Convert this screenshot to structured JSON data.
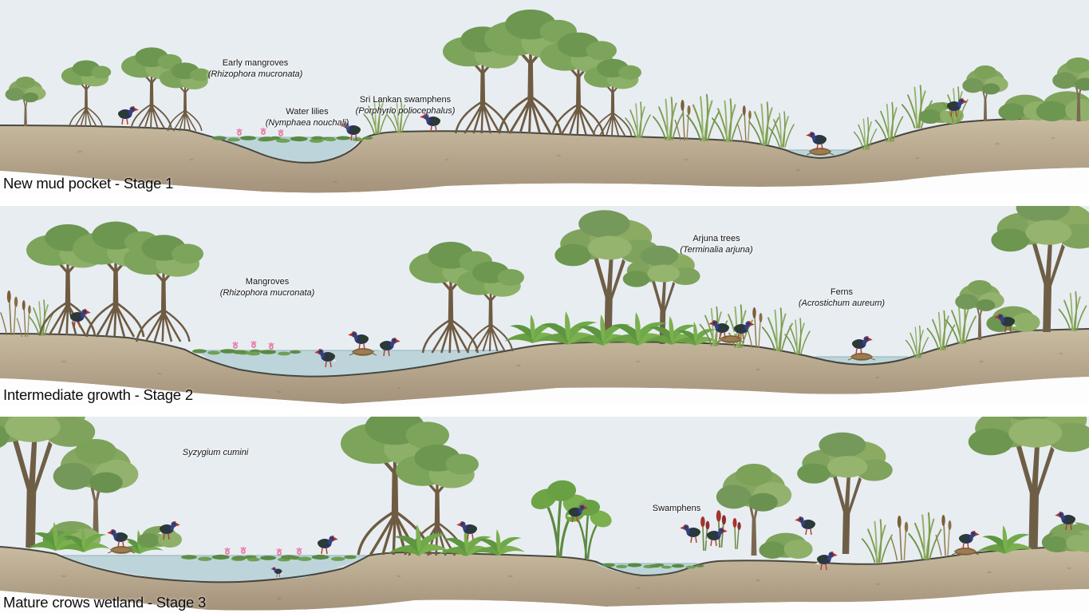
{
  "figure": {
    "type": "wetland-succession-cross-section",
    "panel_count": 3
  },
  "colors": {
    "sky": "#e8edf2",
    "water": "#bdd5da",
    "water_edge": "#8fb4bc",
    "mud_light": "#c9bca1",
    "mud_dark": "#a4927a",
    "outline": "#393730",
    "text": "#141414",
    "bird_body": "#2c3359",
    "bird_beak": "#bf3028",
    "foliage_green": "#7fa35c",
    "lily_flower": "#e383ad"
  },
  "panels": [
    {
      "stage_label": "New mud pocket - Stage 1",
      "annotations": [
        {
          "name": "Early mangroves",
          "latin": "(Rhizophora mucronata)"
        },
        {
          "name": "Water lilies",
          "latin": "(Nymphaea nouchali)"
        },
        {
          "name": "Sri Lankan swamphens",
          "latin": "(Porphyrio poliocephalus)"
        }
      ]
    },
    {
      "stage_label": "Intermediate growth - Stage 2",
      "annotations": [
        {
          "name": "Mangroves",
          "latin": "(Rhizophora mucronata)"
        },
        {
          "name": "Arjuna trees",
          "latin": "(Terminalia arjuna)"
        },
        {
          "name": "Ferns",
          "latin": "(Acrostichum aureum)"
        }
      ]
    },
    {
      "stage_label": "Mature crows wetland - Stage 3",
      "annotations": [
        {
          "name": "Syzygium cumini",
          "latin": ""
        },
        {
          "name": "Swamphens",
          "latin": ""
        }
      ]
    }
  ]
}
